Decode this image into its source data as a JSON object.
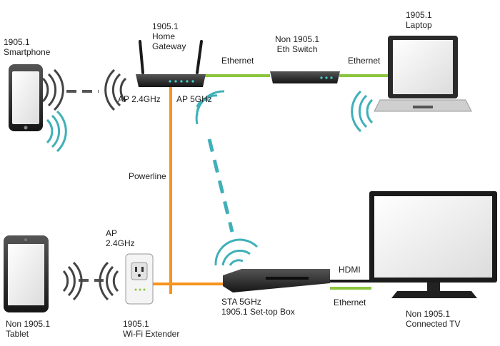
{
  "colors": {
    "ethernet": "#8cc63f",
    "powerline": "#f7941d",
    "wifi": "#3fb0b8",
    "device": "#2b2b2b",
    "screen": "#eeeeee"
  },
  "labels": {
    "smartphone": [
      "1905.1",
      "Smartphone"
    ],
    "gateway": [
      "1905.1",
      "Home",
      "Gateway"
    ],
    "eth_switch": [
      "Non 1905.1",
      "Eth Switch"
    ],
    "laptop": [
      "1905.1",
      "Laptop"
    ],
    "ethernet_top_left": "Ethernet",
    "ethernet_top_right": "Ethernet",
    "ap_24ghz_gateway": "AP 2.4GHz",
    "ap_5ghz_gateway": "AP 5GHz",
    "powerline": "Powerline",
    "ap_24ghz_extender": [
      "AP",
      "2.4GHz"
    ],
    "hdmi": "HDMI",
    "ethernet_bottom": "Ethernet",
    "settop_box": [
      "STA 5GHz",
      "1905.1 Set-top Box"
    ],
    "tablet": [
      "Non 1905.1",
      "Tablet"
    ],
    "extender": [
      "1905.1",
      "Wi-Fi Extender"
    ],
    "connected_tv": [
      "Non 1905.1",
      "Connected TV"
    ]
  },
  "icons": {
    "smartphone": "smartphone-icon",
    "gateway": "router-icon",
    "eth_switch": "switch-icon",
    "laptop": "laptop-icon",
    "tablet": "tablet-icon",
    "extender": "wifi-extender-icon",
    "settop_box": "settop-box-icon",
    "tv": "tv-icon",
    "wifi": "wifi-signal-icon"
  }
}
